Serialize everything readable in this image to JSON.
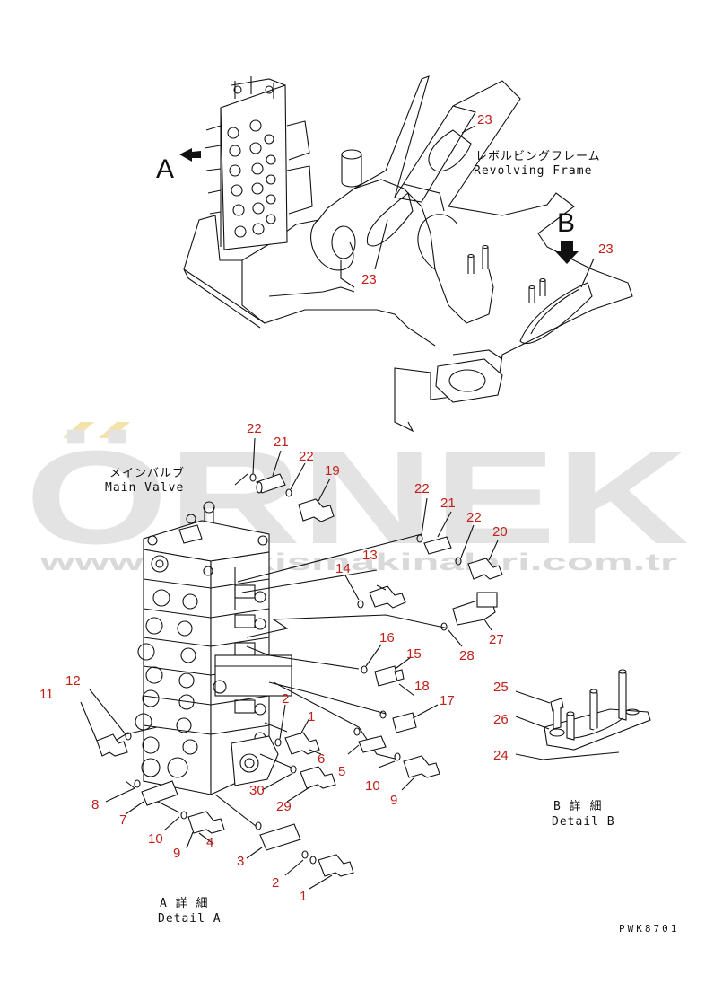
{
  "watermark": {
    "brand": "ÖRNEK",
    "url": "www.ornekismakinalari.com.tr"
  },
  "top_view": {
    "view_a_letter": "A",
    "view_b_letter": "B",
    "revolving_frame_jp": "レボルビングフレーム",
    "revolving_frame_en": "Revolving Frame",
    "callouts": [
      "23",
      "23",
      "23"
    ]
  },
  "detail_a": {
    "main_valve_jp": "メインバルブ",
    "main_valve_en": "Main Valve",
    "title_jp": "A 詳 細",
    "title_en": "Detail A"
  },
  "detail_b": {
    "title_jp": "B 詳 細",
    "title_en": "Detail B",
    "callouts": [
      "25",
      "26",
      "24"
    ]
  },
  "callouts_a": [
    "22",
    "21",
    "22",
    "19",
    "22",
    "21",
    "22",
    "20",
    "14",
    "13",
    "27",
    "28",
    "16",
    "15",
    "18",
    "17",
    "12",
    "11",
    "2",
    "1",
    "6",
    "5",
    "10",
    "9",
    "8",
    "7",
    "30",
    "29",
    "10",
    "9",
    "4",
    "3",
    "2",
    "1"
  ],
  "drawing_ref": "PWK8701"
}
